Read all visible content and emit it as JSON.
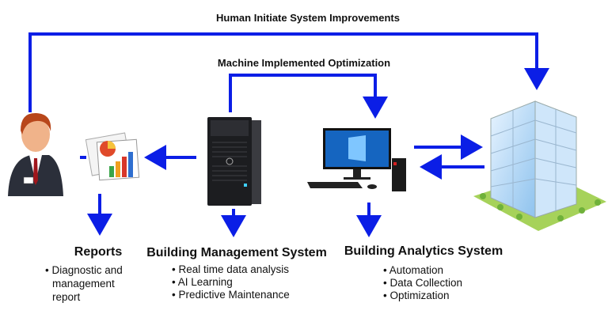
{
  "labels": {
    "human_loop": "Human Initiate  System Improvements",
    "machine_loop": "Machine Implemented Optimization"
  },
  "reports": {
    "title": "Reports",
    "bullets": [
      "• Diagnostic and",
      "management",
      "report"
    ]
  },
  "bms": {
    "title": "Building Management System",
    "bullets": [
      "• Real time data analysis",
      "• AI Learning",
      "• Predictive Maintenance"
    ]
  },
  "bas": {
    "title": "Building Analytics System",
    "bullets": [
      "• Automation",
      "• Data Collection",
      "• Optimization"
    ]
  },
  "colors": {
    "arrow": "#0b1ee6"
  }
}
